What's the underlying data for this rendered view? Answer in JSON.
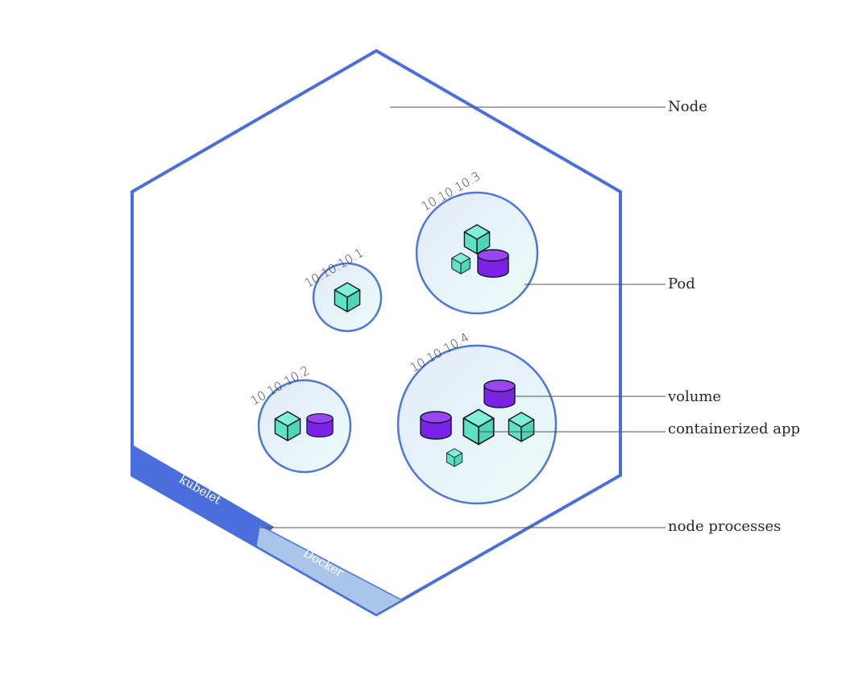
{
  "node": {
    "label": "Node"
  },
  "callouts": {
    "pod": "Pod",
    "volume": "volume",
    "containerized_app": "containerized app",
    "node_processes": "node processes"
  },
  "processes": {
    "kubelet": "kubelet",
    "docker": "Docker"
  },
  "pods": [
    {
      "ip": "10.10.10.1",
      "containers": 1,
      "volumes": 0
    },
    {
      "ip": "10.10.10.2",
      "containers": 1,
      "volumes": 1
    },
    {
      "ip": "10.10.10.3",
      "containers": 2,
      "volumes": 1
    },
    {
      "ip": "10.10.10.4",
      "containers": 3,
      "volumes": 2
    }
  ],
  "colors": {
    "node_outline": "#4a6fdc",
    "kubelet_band": "#4a6fdc",
    "docker_band": "#a9c6ea",
    "container": "#5de2c3",
    "volume": "#7c22e6",
    "pod_border": "#4f76d9"
  }
}
